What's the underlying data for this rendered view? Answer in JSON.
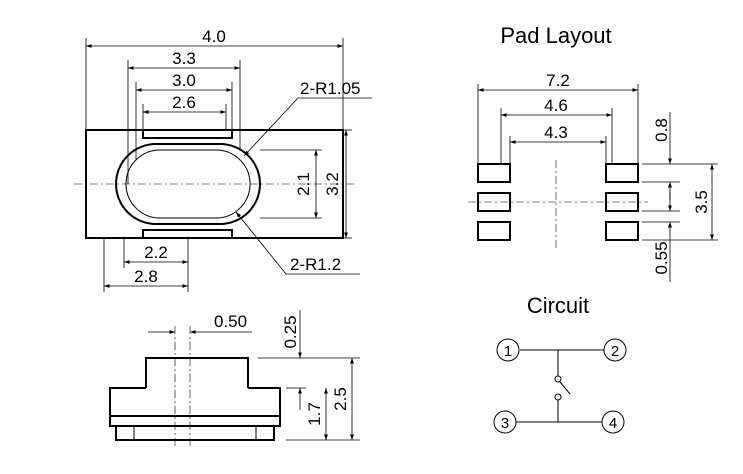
{
  "top_view": {
    "dim_4_0": "4.0",
    "dim_3_3": "3.3",
    "dim_3_0": "3.0",
    "dim_2_6": "2.6",
    "dim_2_1": "2.1",
    "dim_3_2": "3.2",
    "dim_2_2": "2.2",
    "dim_2_8": "2.8",
    "radius_1": "2-R1.05",
    "radius_2": "2-R1.2"
  },
  "side_view": {
    "dim_0_50": "0.50",
    "dim_0_25": "0.25",
    "dim_1_7": "1.7",
    "dim_2_5": "2.5"
  },
  "pad_layout": {
    "title": "Pad Layout",
    "dim_7_2": "7.2",
    "dim_4_6": "4.6",
    "dim_4_3": "4.3",
    "dim_0_8": "0.8",
    "dim_3_5": "3.5",
    "dim_0_55": "0.55"
  },
  "circuit": {
    "title": "Circuit",
    "pins": [
      "1",
      "2",
      "3",
      "4"
    ]
  }
}
